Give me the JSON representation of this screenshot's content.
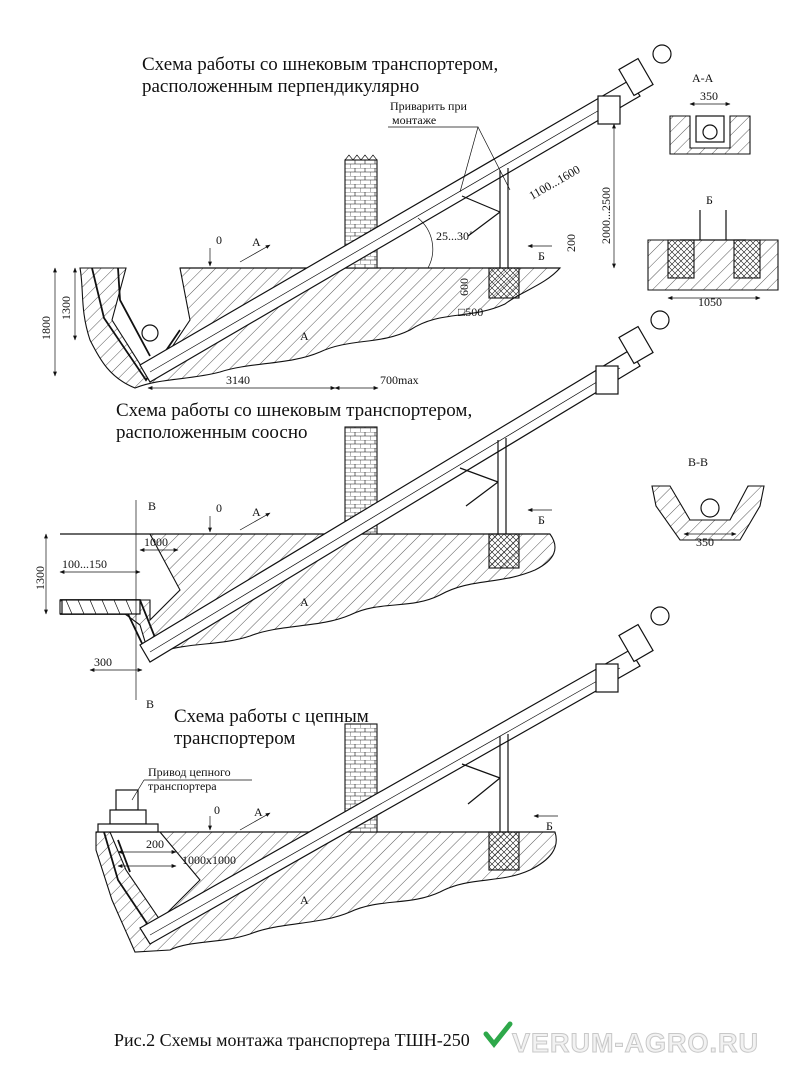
{
  "schemes": [
    {
      "title_line1": "Схема работы со шнековым транспортером,",
      "title_line2": "расположенным перпендикулярно",
      "weld_note_line1": "Приварить при",
      "weld_note_line2": "монтаже",
      "dims": {
        "d1800": "1800",
        "d1300": "1300",
        "d3140": "3140",
        "d700max": "700max",
        "d2000_2500": "2000...2500",
        "d1100_1600": "1100...1600",
        "angle": "25...30˚",
        "d200": "200",
        "d600": "600",
        "d500": "□500",
        "zero": "0"
      },
      "section_labels": {
        "a_top": "А",
        "a_bottom": "А",
        "b": "Б"
      }
    },
    {
      "title_line1": "Схема работы со шнековым транспортером,",
      "title_line2": "расположенным соосно",
      "dims": {
        "d1300": "1300",
        "d1000": "1000",
        "d100_150": "100...150",
        "d300": "300",
        "zero": "0"
      },
      "section_labels": {
        "v_top": "В",
        "v_bottom": "В",
        "a_top": "А",
        "a_bottom": "А",
        "b": "Б"
      }
    },
    {
      "title_line1": "Схема работы с цепным",
      "title_line2": "транспортером",
      "drive_note_line1": "Привод цепного",
      "drive_note_line2": "транспортера",
      "dims": {
        "d200": "200",
        "d1000x1000": "1000x1000",
        "zero": "0"
      },
      "section_labels": {
        "a_top": "А",
        "a_bottom": "А",
        "b": "Б"
      }
    }
  ],
  "sections": {
    "aa": {
      "label": "А-А",
      "dim": "350"
    },
    "b": {
      "label": "Б",
      "dim": "1050"
    },
    "vv": {
      "label": "В-В",
      "dim": "350"
    }
  },
  "caption": "Рис.2 Схемы монтажа транспортера ТШН-250",
  "watermark": "VERUM-AGRO.RU",
  "colors": {
    "line": "#111111",
    "background": "#ffffff",
    "watermark_check": "#2ea84a"
  }
}
